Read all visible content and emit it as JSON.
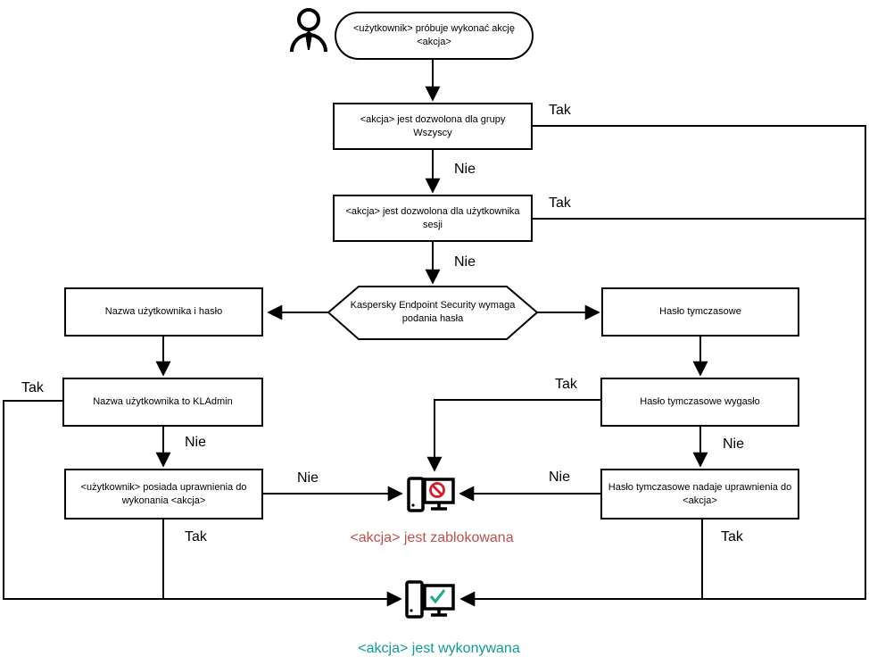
{
  "diagram": {
    "nodes": {
      "actor": {
        "icon": "user-icon"
      },
      "start": {
        "shape": "stadium",
        "label": "<użytkownik> próbuje wykonać akcję <akcja>"
      },
      "group": {
        "shape": "rect",
        "label": "<akcja> jest dozwolona dla grupy Wszyscy"
      },
      "session": {
        "shape": "rect",
        "label": "<akcja> jest dozwolona dla użytkownika sesji"
      },
      "kes": {
        "shape": "hexagon",
        "label": "Kaspersky Endpoint Security wymaga podania hasła"
      },
      "userpass": {
        "shape": "rect",
        "label": "Nazwa użytkownika i hasło"
      },
      "temp": {
        "shape": "rect",
        "label": "Hasło tymczasowe"
      },
      "kladmin": {
        "shape": "rect",
        "label": "Nazwa użytkownika to KLAdmin"
      },
      "perms": {
        "shape": "rect",
        "label": "<użytkownik> posiada uprawnienia do wykonania <akcja>"
      },
      "expired": {
        "shape": "rect",
        "label": "Hasło tymczasowe wygasło"
      },
      "grants": {
        "shape": "rect",
        "label": "Hasło tymczasowe nadaje uprawnienia do <akcja>"
      },
      "blocked": {
        "icon": "computer-blocked-icon",
        "label": "<akcja> jest zablokowana",
        "color": "#c0504d"
      },
      "executed": {
        "icon": "computer-ok-icon",
        "label": "<akcja> jest wykonywana",
        "color": "#0f9b94"
      }
    },
    "edges": [
      {
        "from": "start",
        "to": "group",
        "label": ""
      },
      {
        "from": "group",
        "to": "executed",
        "label": "Tak"
      },
      {
        "from": "group",
        "to": "session",
        "label": "Nie"
      },
      {
        "from": "session",
        "to": "executed",
        "label": "Tak"
      },
      {
        "from": "session",
        "to": "kes",
        "label": "Nie"
      },
      {
        "from": "kes",
        "to": "userpass",
        "label": ""
      },
      {
        "from": "kes",
        "to": "temp",
        "label": ""
      },
      {
        "from": "userpass",
        "to": "kladmin",
        "label": ""
      },
      {
        "from": "kladmin",
        "to": "executed",
        "label": "Tak"
      },
      {
        "from": "kladmin",
        "to": "perms",
        "label": "Nie"
      },
      {
        "from": "perms",
        "to": "blocked",
        "label": "Nie"
      },
      {
        "from": "perms",
        "to": "executed",
        "label": "Tak"
      },
      {
        "from": "temp",
        "to": "expired",
        "label": ""
      },
      {
        "from": "expired",
        "to": "blocked",
        "label": "Tak"
      },
      {
        "from": "expired",
        "to": "grants",
        "label": "Nie"
      },
      {
        "from": "grants",
        "to": "blocked",
        "label": "Nie"
      },
      {
        "from": "grants",
        "to": "executed",
        "label": "Tak"
      }
    ],
    "colors": {
      "line": "#000000",
      "prohibition_red": "#d01f26",
      "check_teal": "#1ba98c",
      "blocked_text": "#c0504d",
      "executed_text": "#0f9b94"
    }
  }
}
